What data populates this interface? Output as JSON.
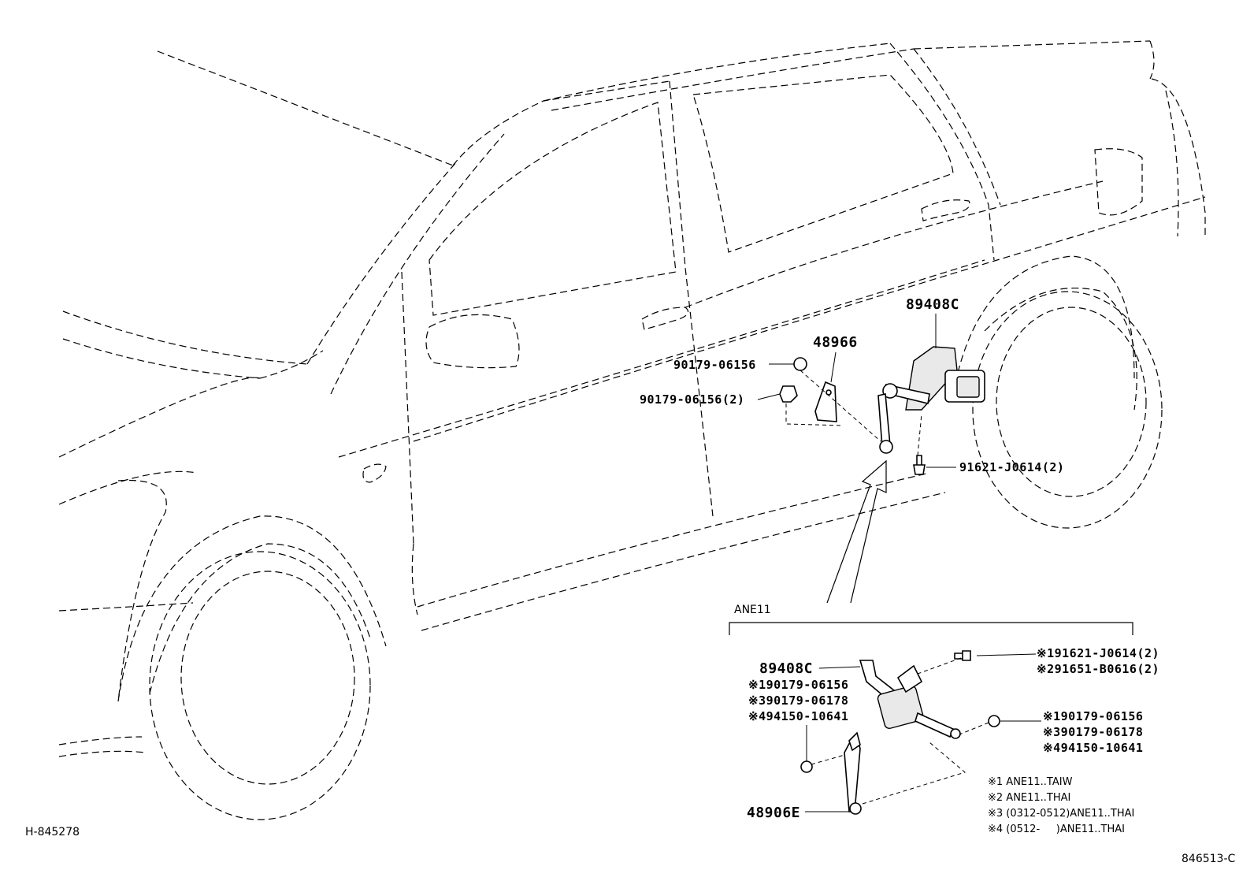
{
  "labels": {
    "main_89408c": "89408C",
    "main_48966": "48966",
    "main_nut_a": "90179-06156",
    "main_nut_b": "90179-06156(2)",
    "main_bolt": "91621-J0614(2)"
  },
  "inset": {
    "title": "ANE11",
    "part_89408c": "89408C",
    "part_48906e": "48906E",
    "left_1": "※190179-06156",
    "left_2": "※390179-06178",
    "left_3": "※494150-10641",
    "bolt_1": "※191621-J0614(2)",
    "bolt_2": "※291651-B0616(2)",
    "right_1": "※190179-06156",
    "right_2": "※390179-06178",
    "right_3": "※494150-10641"
  },
  "notes": [
    "※1 ANE11..TAIW",
    "※2 ANE11..THAI",
    "※3 (0312-0512)ANE11..THAI",
    "※4 (0512-     )ANE11..THAI"
  ],
  "refs": {
    "bottom_left": "H-845278",
    "bottom_right": "846513-C"
  }
}
